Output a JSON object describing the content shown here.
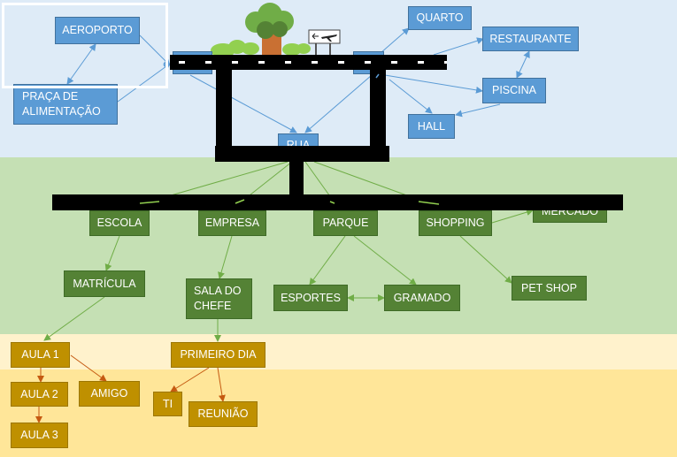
{
  "colors": {
    "sky": "#deebf7",
    "grass": "#c5e0b4",
    "sand_light": "#fff2cc",
    "sand": "#ffe699",
    "blue": "#5b9bd5",
    "green": "#548235",
    "gold": "#bf9000"
  },
  "icons": {
    "tree": "tree-icon",
    "bushes": "bush-icon",
    "sign": "airplane-sign-icon"
  },
  "nodes": {
    "aeroporto": "AEROPORTO",
    "praca": "PRAÇA DE\nALIMENTAÇÃO",
    "quarto": "QUARTO",
    "restaurante": "RESTAURANTE",
    "piscina": "PISCINA",
    "hall": "HALL",
    "rua": "RUA",
    "escola": "ESCOLA",
    "empresa": "EMPRESA",
    "parque": "PARQUE",
    "shopping": "SHOPPING",
    "mercado": "MERCADO",
    "matricula": "MATRÍCULA",
    "sala": "SALA DO\nCHEFE",
    "esportes": "ESPORTES",
    "gramado": "GRAMADO",
    "petshop": "PET SHOP",
    "aula1": "AULA 1",
    "aula2": "AULA 2",
    "aula3": "AULA 3",
    "amigo": "AMIGO",
    "primeiro": "PRIMEIRO DIA",
    "ti": "TI",
    "reuniao": "REUNIÃO"
  }
}
